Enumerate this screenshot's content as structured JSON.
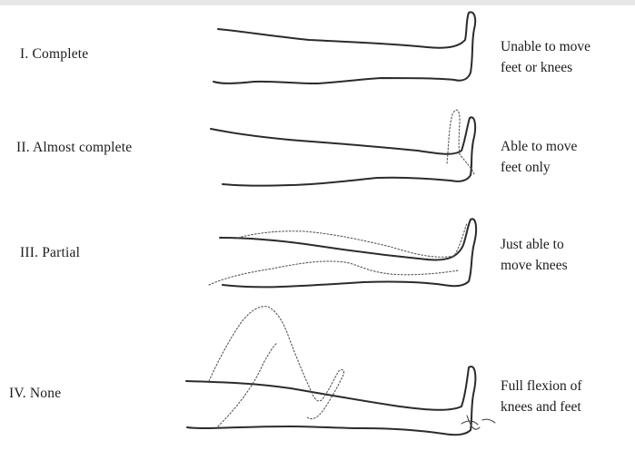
{
  "grades": [
    {
      "label": "I. Complete",
      "description": [
        "Unable to move",
        "feet or knees"
      ]
    },
    {
      "label": "II. Almost complete",
      "description": [
        "Able to move",
        "feet only"
      ]
    },
    {
      "label": "III. Partial",
      "description": [
        "Just able to",
        "move knees"
      ]
    },
    {
      "label": "IV. None",
      "description": [
        "Full flexion of",
        "knees and feet"
      ]
    }
  ]
}
